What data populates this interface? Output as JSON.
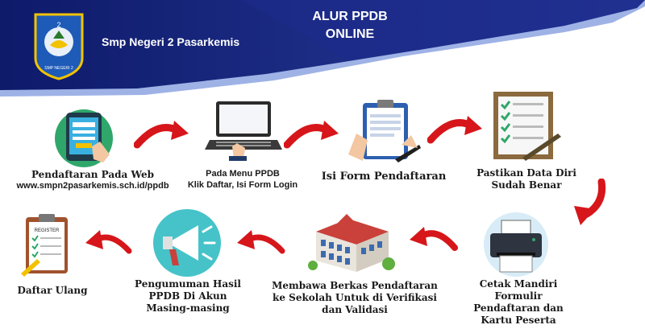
{
  "header": {
    "school_name": "Smp Negeri 2 Pasarkemis",
    "title_line1": "ALUR PPDB",
    "title_line2": "ONLINE",
    "logo_text_top": "2",
    "logo_text_bottom": "SMP NEGERI 2"
  },
  "colors": {
    "banner_dark": "#16237a",
    "banner_light": "#4a68c8",
    "arrow_red": "#d6161a",
    "logo_blue": "#1e5bb8",
    "logo_yellow": "#f2c200"
  },
  "steps": [
    {
      "icon": "tablet-icon",
      "line1": "Pendaftaran Pada Web",
      "line2": "www.smpn2pasarkemis.sch.id/ppdb"
    },
    {
      "icon": "laptop-icon",
      "line1": "Pada Menu PPDB",
      "line2": "Klik Daftar, Isi Form Login"
    },
    {
      "icon": "clipboard-form-icon",
      "line1": "Isi Form Pendaftaran"
    },
    {
      "icon": "checklist-icon",
      "line1": "Pastikan Data Diri",
      "line2": "Sudah Benar"
    },
    {
      "icon": "printer-icon",
      "line1": "Cetak Mandiri",
      "line2": "Formulir",
      "line3": "Pendaftaran dan",
      "line4": "Kartu Peserta"
    },
    {
      "icon": "school-building-icon",
      "line1": "Membawa Berkas Pendaftaran",
      "line2": "ke Sekolah Untuk di Verifikasi",
      "line3": "dan Validasi"
    },
    {
      "icon": "megaphone-icon",
      "line1": "Pengumuman Hasil",
      "line2": "PPDB Di Akun",
      "line3": "Masing-masing"
    },
    {
      "icon": "register-clipboard-icon",
      "icon_label": "REGISTER",
      "line1": "Daftar Ulang"
    }
  ]
}
